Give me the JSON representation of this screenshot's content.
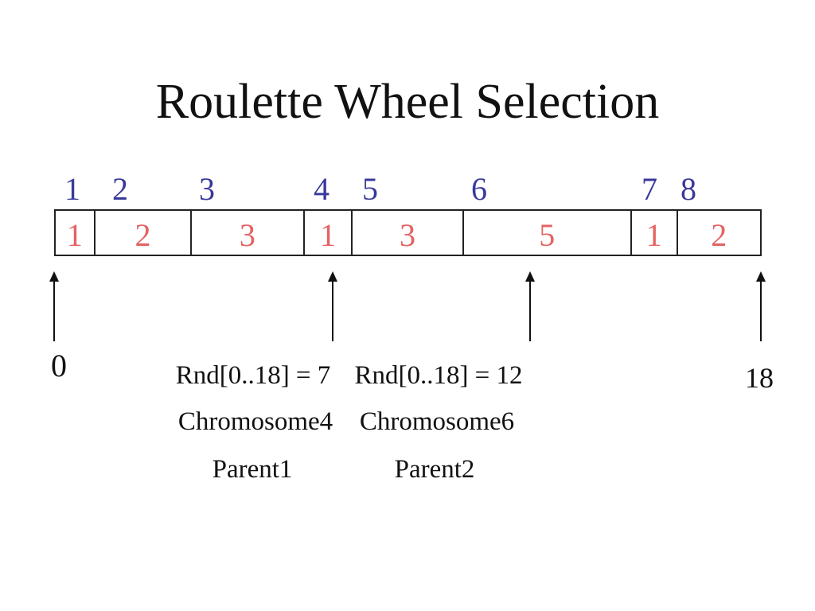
{
  "slide": {
    "title": "Roulette Wheel Selection",
    "wheel": {
      "total_fitness": "18",
      "segments": [
        {
          "index": "1",
          "fitness": "1"
        },
        {
          "index": "2",
          "fitness": "2"
        },
        {
          "index": "3",
          "fitness": "3"
        },
        {
          "index": "4",
          "fitness": "1"
        },
        {
          "index": "5",
          "fitness": "3"
        },
        {
          "index": "6",
          "fitness": "5"
        },
        {
          "index": "7",
          "fitness": "1"
        },
        {
          "index": "8",
          "fitness": "2"
        }
      ]
    },
    "annotations": {
      "pos_start": "0",
      "pos_end": "18",
      "rnd_left": "Rnd[0..18] = 7",
      "rnd_right": "Rnd[0..18] = 12",
      "chromosome_left": "Chromosome4",
      "chromosome_right": "Chromosome6",
      "parent_left": "Parent1",
      "parent_right": "Parent2"
    },
    "colors": {
      "index_blue": "#39399a",
      "fitness_red": "#e56263",
      "text_black": "#111111",
      "background": "#ffffff"
    }
  },
  "chart_data": {
    "type": "bar",
    "title": "Roulette Wheel Selection",
    "orientation": "horizontal-stacked",
    "categories": [
      "1",
      "2",
      "3",
      "4",
      "5",
      "6",
      "7",
      "8"
    ],
    "values": [
      1,
      2,
      3,
      1,
      3,
      5,
      1,
      2
    ],
    "total": 18,
    "xlim": [
      0,
      18
    ],
    "markers": [
      {
        "value": 0,
        "label": "0"
      },
      {
        "value": 7,
        "label": "Rnd[0..18] = 7",
        "selected": "Chromosome4",
        "role": "Parent1"
      },
      {
        "value": 12,
        "label": "Rnd[0..18] = 12",
        "selected": "Chromosome6",
        "role": "Parent2"
      },
      {
        "value": 18,
        "label": "18"
      }
    ]
  }
}
